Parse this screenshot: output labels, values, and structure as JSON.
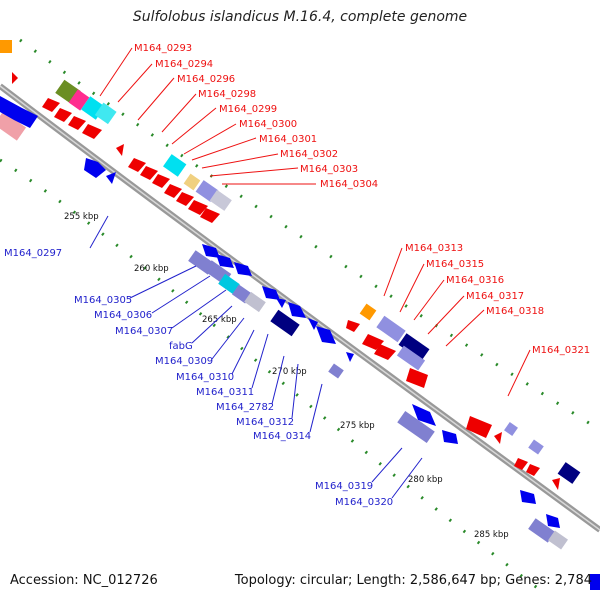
{
  "title": "Sulfolobus islandicus M.16.4, complete genome",
  "accession": "Accession: NC_012726",
  "summary": "Topology: circular; Length: 2,586,647 bp; Genes: 2,784",
  "colors": {
    "forward_label": "#ee1111",
    "reverse_label": "#2222cc",
    "backbone": "#888888",
    "tick": "#228822"
  },
  "kbp_labels": [
    "255 kbp",
    "260 kbp",
    "265 kbp",
    "270 kbp",
    "275 kbp",
    "280 kbp",
    "285 kbp"
  ],
  "forward_genes": [
    "M164_0293",
    "M164_0294",
    "M164_0296",
    "M164_0298",
    "M164_0299",
    "M164_0300",
    "M164_0301",
    "M164_0302",
    "M164_0303",
    "M164_0304",
    "M164_0313",
    "M164_0315",
    "M164_0316",
    "M164_0317",
    "M164_0318",
    "M164_0321"
  ],
  "reverse_genes": [
    "M164_0297",
    "M164_0305",
    "M164_0306",
    "M164_0307",
    "fabG",
    "M164_0309",
    "M164_0310",
    "M164_0311",
    "M164_2782",
    "M164_0312",
    "M164_0314",
    "M164_0319",
    "M164_0320"
  ]
}
